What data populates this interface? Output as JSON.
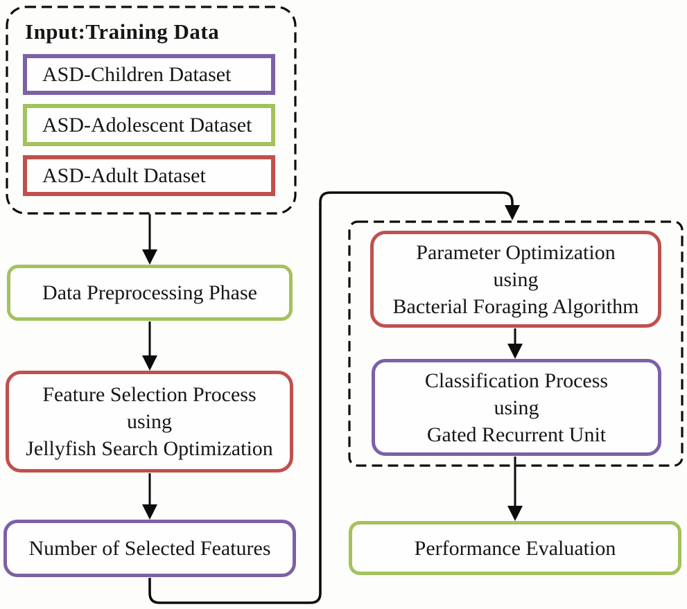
{
  "input_group": {
    "title": "Input:Training Data",
    "datasets": [
      {
        "label": "ASD-Children Dataset",
        "border_color": "#7c61a6"
      },
      {
        "label": "ASD-Adolescent Dataset",
        "border_color": "#a3c25c"
      },
      {
        "label": "ASD-Adult Dataset",
        "border_color": "#c0504d"
      }
    ]
  },
  "nodes": {
    "data_preprocessing": {
      "label": "Data Preprocessing Phase",
      "border_color": "#a3c25c"
    },
    "feature_selection": {
      "lines": [
        "Feature Selection Process",
        "using",
        "Jellyfish Search Optimization"
      ],
      "border_color": "#c0504d"
    },
    "selected_features": {
      "label": "Number of Selected Features",
      "border_color": "#7c61a6"
    },
    "parameter_optimization": {
      "lines": [
        "Parameter Optimization",
        "using",
        "Bacterial Foraging Algorithm"
      ],
      "border_color": "#c0504d"
    },
    "classification": {
      "lines": [
        "Classification Process",
        "using",
        "Gated Recurrent Unit"
      ],
      "border_color": "#7c61a6"
    },
    "performance_evaluation": {
      "label": "Performance Evaluation",
      "border_color": "#a3c25c"
    }
  },
  "colors": {
    "purple": "#7c61a6",
    "green": "#a3c25c",
    "red": "#c0504d",
    "line": "#0c0c0c",
    "background": "#fdfdfc"
  }
}
